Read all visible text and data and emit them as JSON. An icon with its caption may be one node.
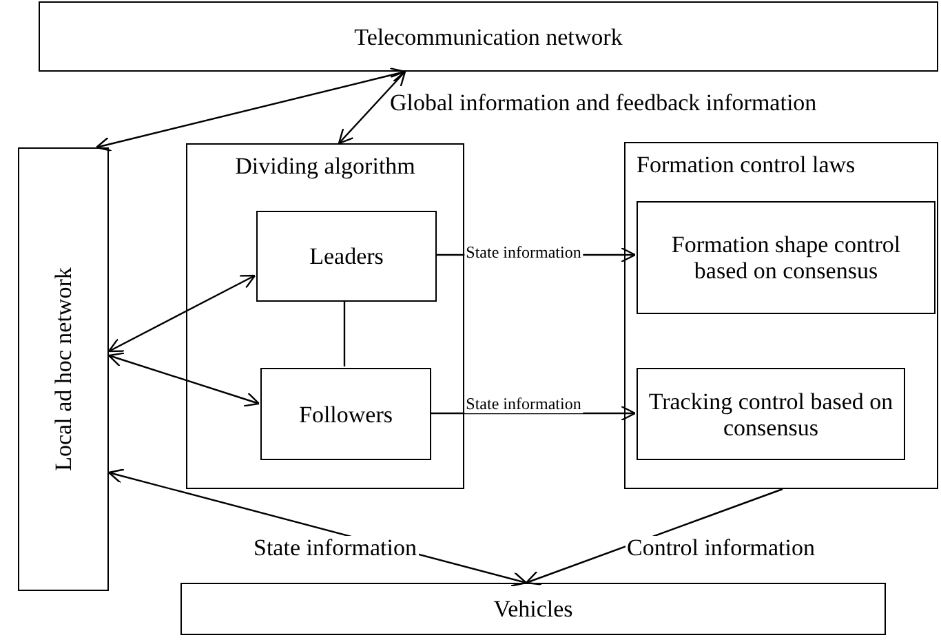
{
  "diagram": {
    "nodes": [
      {
        "text": [
          "Telecommunication network"
        ]
      },
      {
        "text": [
          "Local ad hoc network"
        ]
      },
      {
        "text": [
          "Dividing algorithm"
        ]
      },
      {
        "text": [
          "Leaders"
        ],
        "in": 2
      },
      {
        "text": [
          "Followers"
        ],
        "in": 2
      },
      {
        "text": [
          "Formation control laws"
        ]
      },
      {
        "text": [
          "Formation shape control based on consensus"
        ],
        "in": 5
      },
      {
        "text": [
          "Tracking control based on consensus"
        ],
        "in": 5
      },
      {
        "text": [
          "Vehicles"
        ]
      }
    ],
    "edges": [
      {
        "from": 0,
        "to": 1,
        "arrow": "both"
      },
      {
        "from": 0,
        "to": 2,
        "arrow": "both",
        "label": "Global information and feedback information"
      },
      {
        "from": 3,
        "to": 6,
        "arrow": "to",
        "label": "State information"
      },
      {
        "from": 4,
        "to": 7,
        "arrow": "to",
        "label": "State information"
      },
      {
        "from": 3,
        "to": 4,
        "arrow": "none"
      },
      {
        "from": 1,
        "to": 3,
        "arrow": "both"
      },
      {
        "from": 1,
        "to": 4,
        "arrow": "both"
      },
      {
        "from": 1,
        "to": 8,
        "arrow": "both",
        "label": "State information"
      },
      {
        "from": 5,
        "to": 8,
        "arrow": "to",
        "label": "Control information"
      }
    ]
  }
}
